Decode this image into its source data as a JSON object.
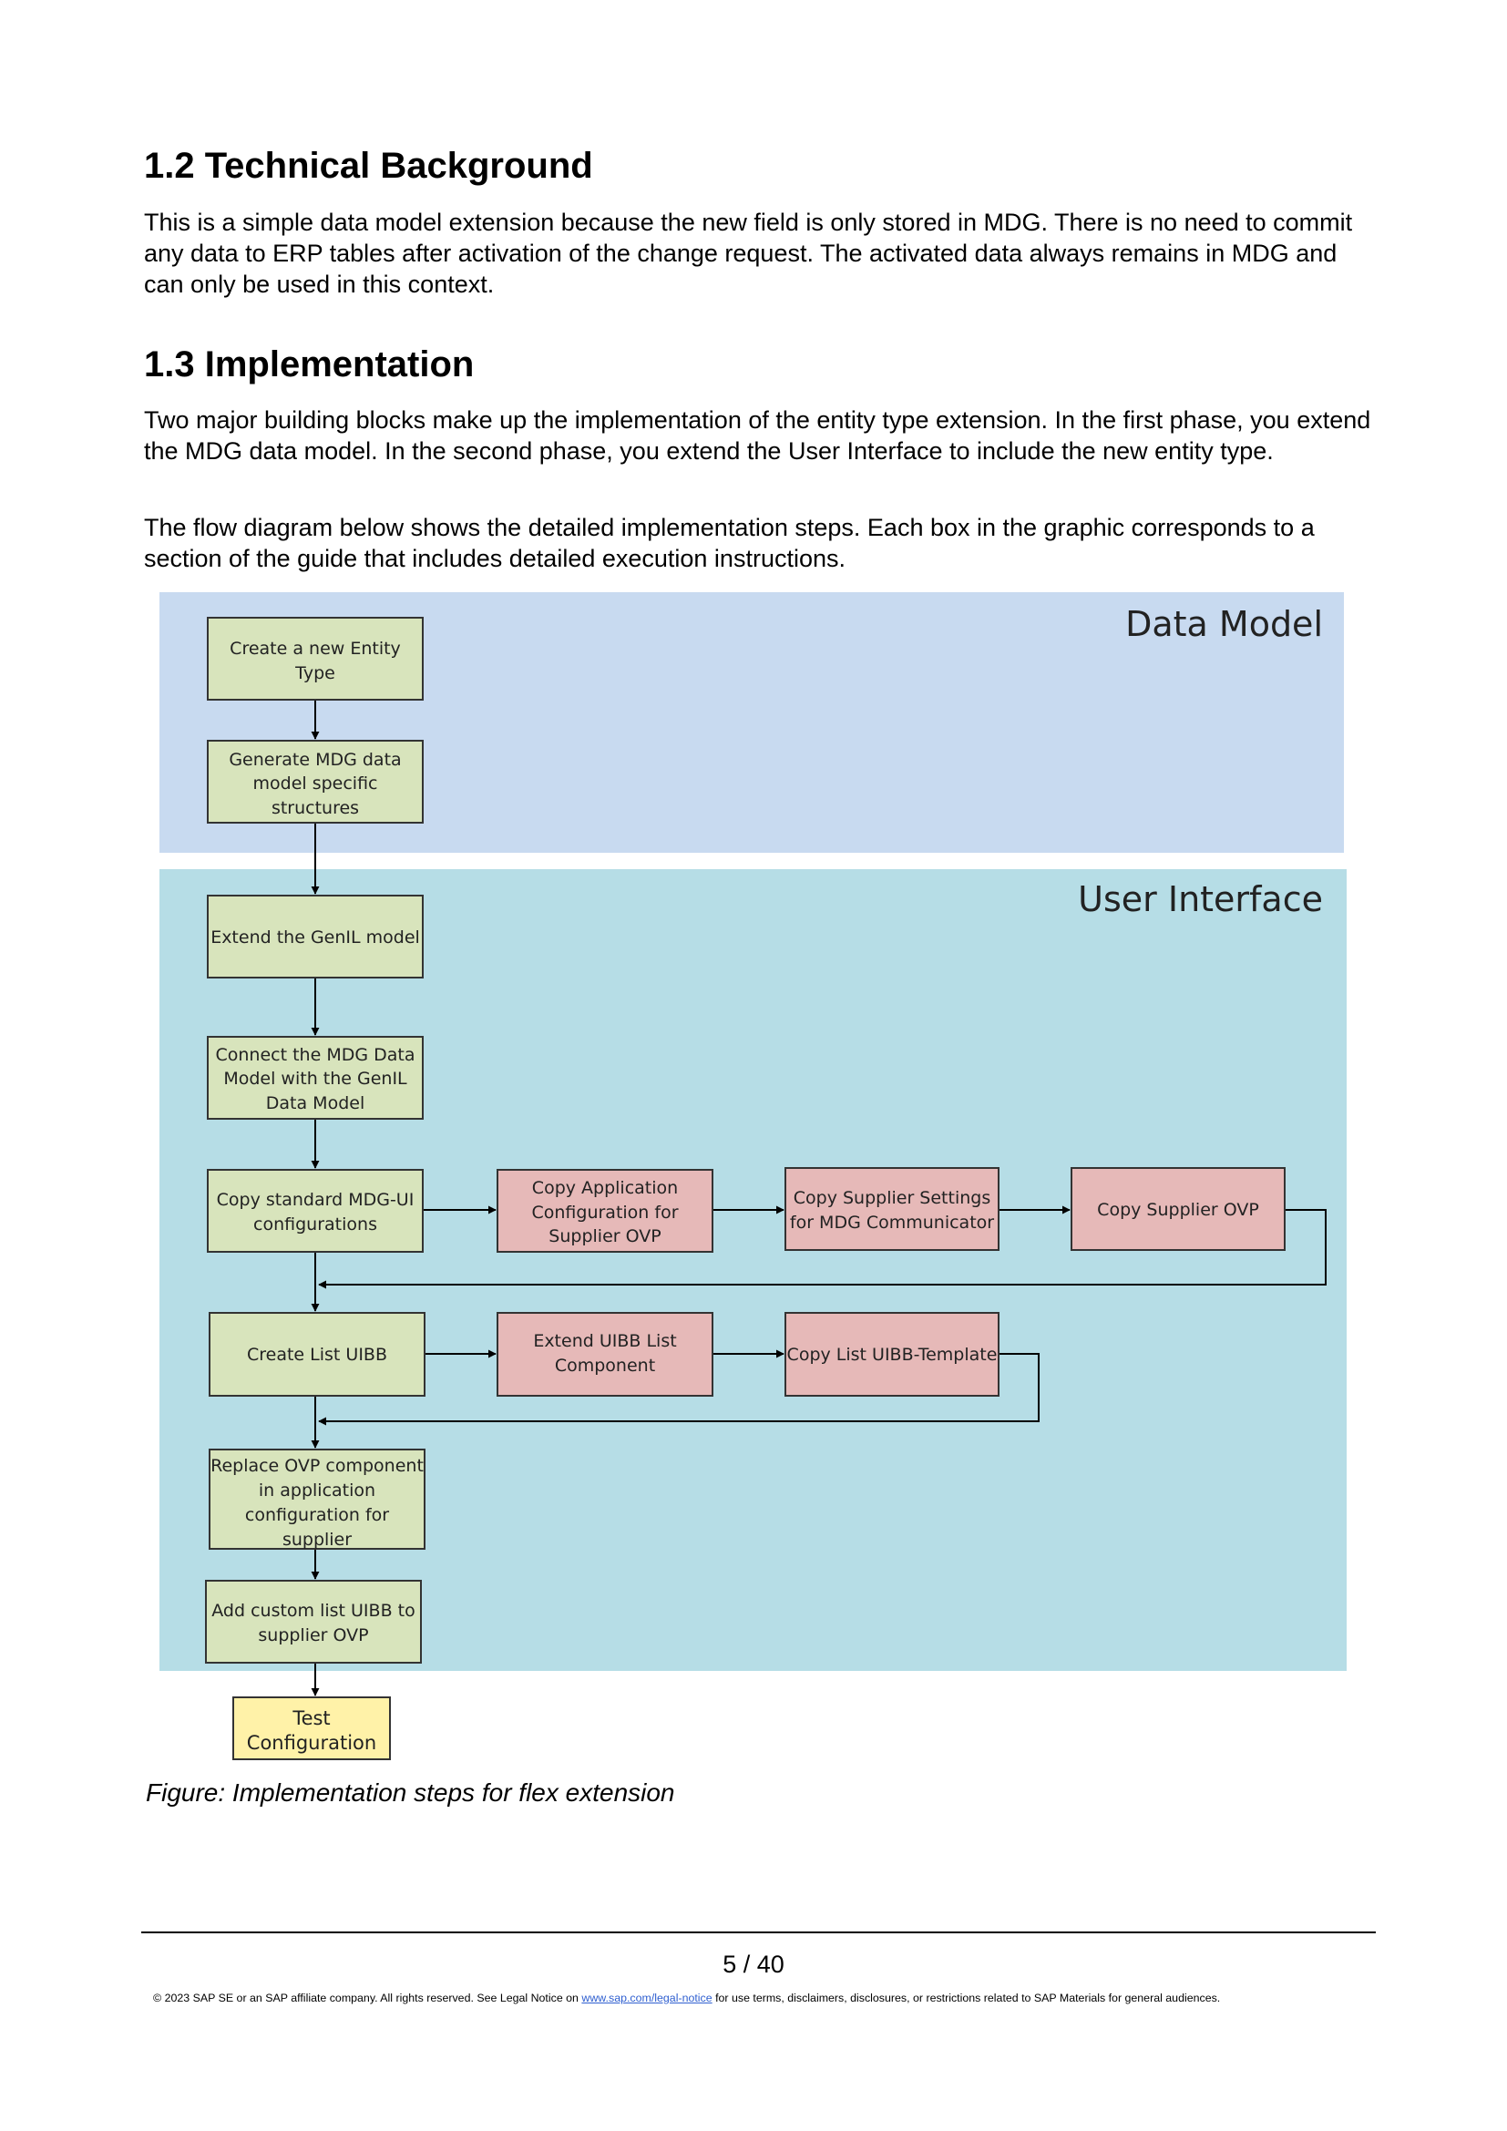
{
  "sections": [
    {
      "heading": "1.2 Technical Background",
      "paragraphs": [
        "This is a simple data model extension because the new field is only stored in MDG. There is no need to commit any data to ERP tables after activation of the change request. The activated data always remains in MDG and can only be used in this context."
      ]
    },
    {
      "heading": "1.3 Implementation",
      "paragraphs": [
        "Two major building blocks make up the implementation of the entity type extension. In the first phase, you extend the MDG data model. In the second phase, you extend the User Interface to include the new entity type.",
        "The flow diagram below shows the detailed implementation steps. Each box in the graphic corresponds to a section of the guide that includes detailed execution instructions."
      ]
    }
  ],
  "diagram": {
    "colors": {
      "data_model_band": "#c8daf0",
      "user_interface_band": "#b6dde6",
      "step_green": "#d8e4bc",
      "step_pink": "#e6b9b8",
      "step_yellow": "#fff2a8"
    },
    "zones": {
      "data_model": "Data Model",
      "user_interface": "User Interface"
    },
    "steps": {
      "create_entity_type": [
        "Create a new Entity",
        "Type"
      ],
      "generate_structures": [
        "Generate MDG data",
        "model specific",
        "structures"
      ],
      "extend_genil": [
        "Extend the GenIL model"
      ],
      "connect_models": [
        "Connect the MDG Data",
        "Model with the GenIL",
        "Data Model"
      ],
      "copy_ui_configs": [
        "Copy standard MDG-UI",
        "configurations"
      ],
      "copy_app_config": [
        "Copy Application",
        "Configuration for",
        "Supplier OVP"
      ],
      "copy_supplier_settings": [
        "Copy Supplier Settings",
        "for MDG Communicator"
      ],
      "copy_supplier_ovp": [
        "Copy Supplier OVP"
      ],
      "create_list_uibb": [
        "Create List UIBB"
      ],
      "extend_uibb_list": [
        "Extend UIBB List",
        "Component"
      ],
      "copy_list_template": [
        "Copy List UIBB-Template"
      ],
      "replace_ovp": [
        "Replace OVP  component",
        "in application",
        "configuration for",
        "supplier"
      ],
      "add_custom_uibb": [
        "Add custom list UIBB to",
        "supplier OVP"
      ],
      "test_config": [
        "Test",
        "Configuration"
      ]
    }
  },
  "caption": "Figure: Implementation steps for flex extension",
  "page_number": "5 / 40",
  "footer": {
    "text_before": "© 2023 SAP SE or an SAP affiliate company. All rights reserved. See Legal Notice on ",
    "link": "www.sap.com/legal-notice",
    "text_after": "  for use terms, disclaimers, disclosures, or restrictions related to SAP Materials for general audiences."
  }
}
